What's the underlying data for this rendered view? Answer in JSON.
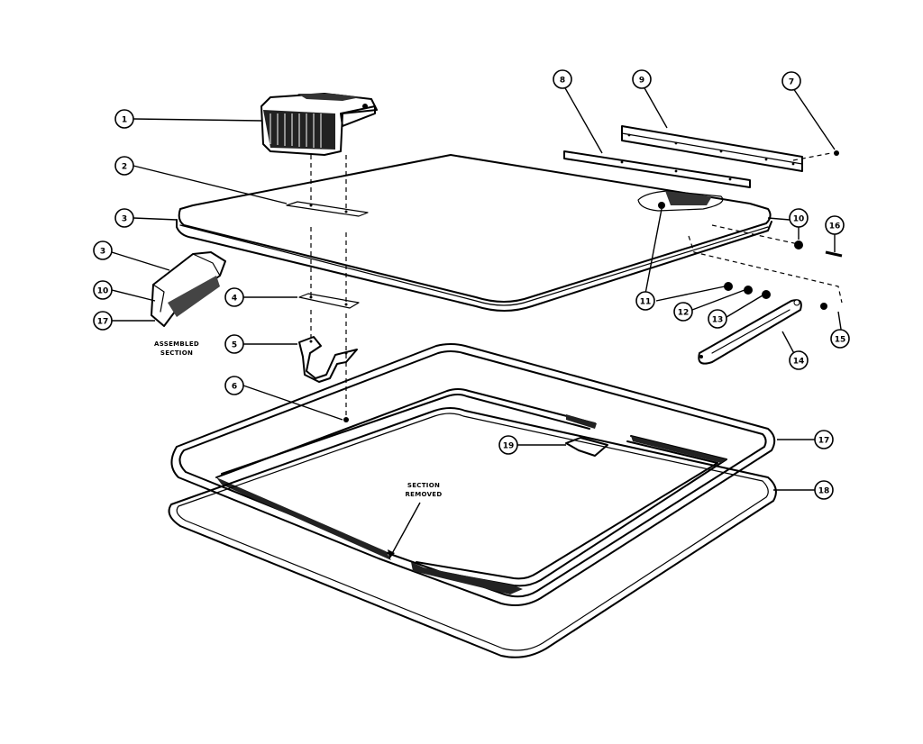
{
  "callouts": [
    {
      "id": "c1",
      "label": "1"
    },
    {
      "id": "c2",
      "label": "2"
    },
    {
      "id": "c3",
      "label": "3"
    },
    {
      "id": "c3b",
      "label": "3"
    },
    {
      "id": "c10a",
      "label": "10"
    },
    {
      "id": "c17a",
      "label": "17"
    },
    {
      "id": "c4",
      "label": "4"
    },
    {
      "id": "c5",
      "label": "5"
    },
    {
      "id": "c6",
      "label": "6"
    },
    {
      "id": "c8",
      "label": "8"
    },
    {
      "id": "c9",
      "label": "9"
    },
    {
      "id": "c7",
      "label": "7"
    },
    {
      "id": "c10b",
      "label": "10"
    },
    {
      "id": "c16a",
      "label": "16"
    },
    {
      "id": "c11",
      "label": "11"
    },
    {
      "id": "c12",
      "label": "12"
    },
    {
      "id": "c13",
      "label": "13"
    },
    {
      "id": "c14",
      "label": "14"
    },
    {
      "id": "c15",
      "label": "15"
    },
    {
      "id": "c19",
      "label": "19"
    },
    {
      "id": "c17b",
      "label": "17"
    },
    {
      "id": "c18",
      "label": "18"
    }
  ],
  "notes": {
    "assembled_line1": "ASSEMBLED",
    "assembled_line2": "SECTION",
    "section_line1": "SECTION",
    "section_line2": "REMOVED"
  }
}
